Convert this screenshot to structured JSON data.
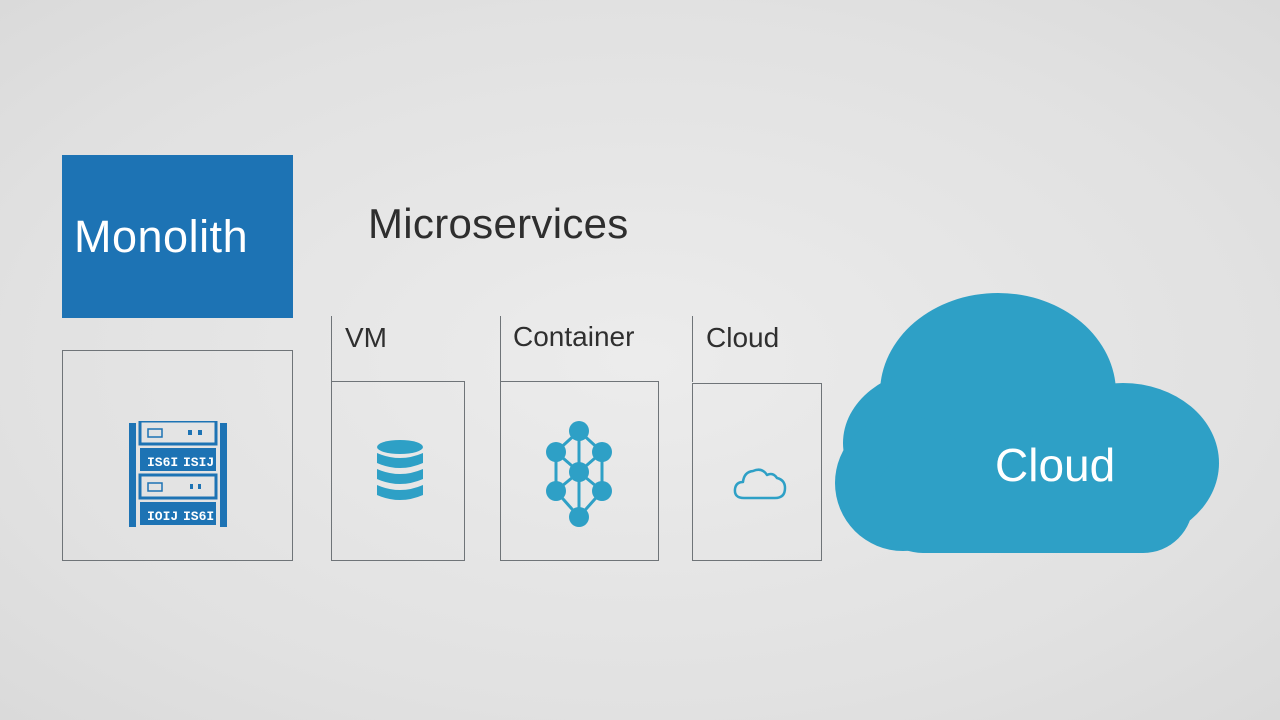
{
  "monolith": {
    "title": "Monolith"
  },
  "microservices": {
    "title": "Microservices"
  },
  "columns": [
    {
      "label": "VM",
      "icon": "database-icon"
    },
    {
      "label": "Container",
      "icon": "node-graph-icon"
    },
    {
      "label": "Cloud",
      "icon": "cloud-icon"
    }
  ],
  "big_cloud": {
    "label": "Cloud",
    "icon": "cloud-icon"
  },
  "server_rack": {
    "icon": "server-rack-icon",
    "rows": [
      "",
      "IS6I",
      "",
      "IOIJ"
    ],
    "rows_right": [
      "",
      "ISIJ",
      "",
      "IS6I"
    ]
  },
  "colors": {
    "primary_blue": "#1d73b4",
    "teal": "#2ea0c6",
    "outline": "#6f7478",
    "background": "#e2e2e2"
  }
}
